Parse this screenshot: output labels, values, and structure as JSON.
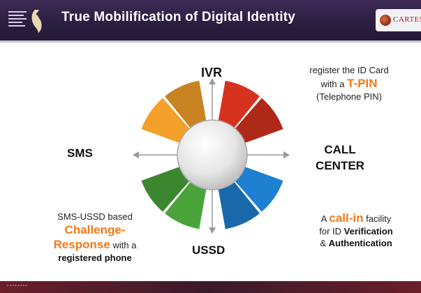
{
  "header": {
    "title": "True Mobilification of Digital Identity",
    "brand_text": "CARTES"
  },
  "channels": {
    "top": "IVR",
    "left": "SMS",
    "right_line1": "CALL",
    "right_line2": "CENTER",
    "bottom": "USSD"
  },
  "notes": {
    "top_right": {
      "line1": "register the ID Card",
      "line2_prefix": "with a ",
      "line2_highlight": "T-PIN",
      "line3": "(Telephone PIN)"
    },
    "bottom_right": {
      "line1_prefix": "A ",
      "line1_highlight": "call-in",
      "line1_suffix": " facility",
      "line2_prefix": "for ID ",
      "line2_bold": "Verification",
      "line3_prefix": "& ",
      "line3_bold": "Authentication"
    },
    "bottom_left": {
      "line1": "SMS-USSD based",
      "line2_highlight": "Challenge-",
      "line3_highlight": "Response",
      "line3_suffix": " with a",
      "line4_bold": "registered phone"
    }
  },
  "colors": {
    "header": "#2f2246",
    "ivr_sms_quadrant": "#f5a02a",
    "ivr_call_quadrant": "#d6321e",
    "call_ussd_quadrant": "#1f7fd1",
    "sms_ussd_quadrant": "#4aa43a",
    "highlight": "#f07a18",
    "footer": "#5a1e2a"
  },
  "icons": {
    "emblem": "emblem-icon",
    "brand_logo": "brand-logo-icon"
  }
}
